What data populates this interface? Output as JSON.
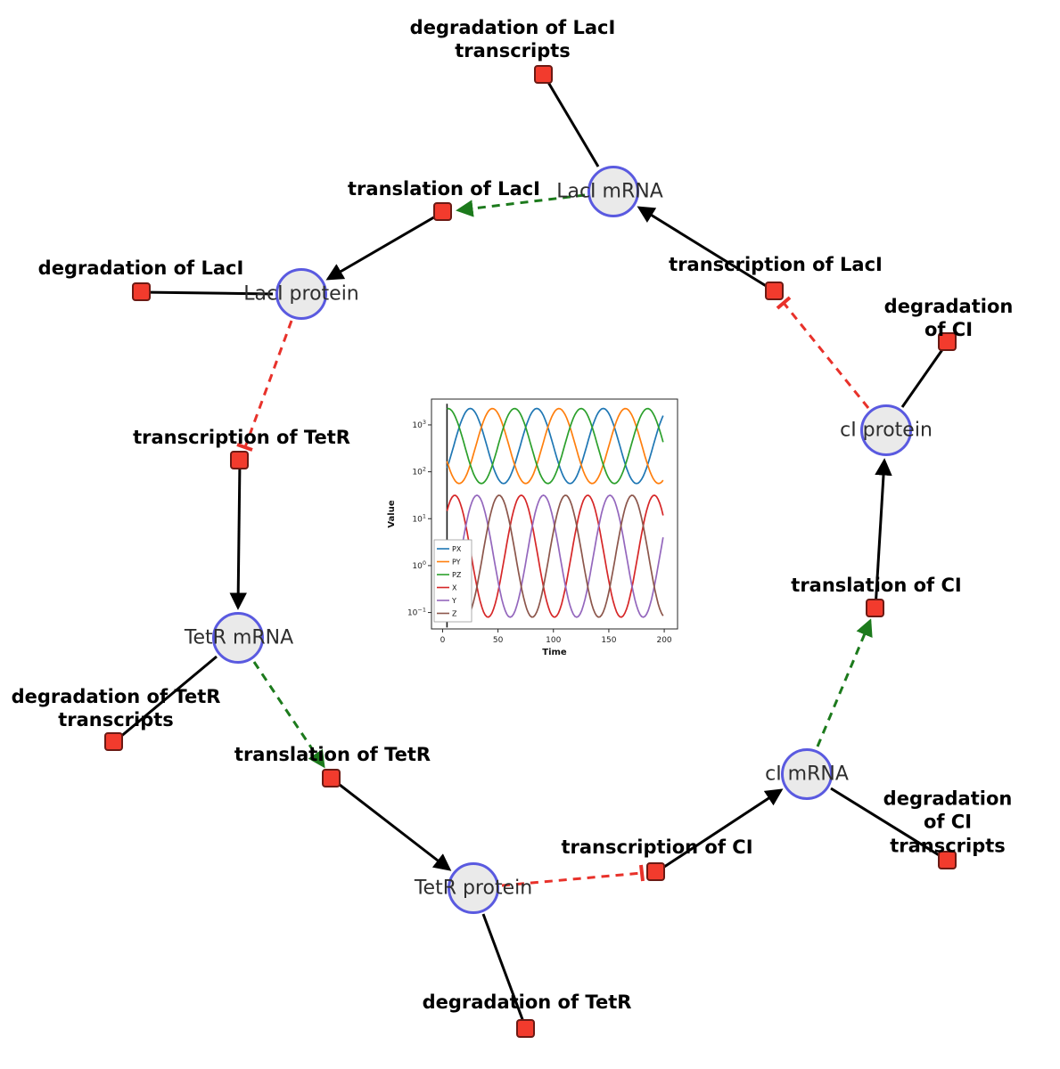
{
  "diagram": {
    "nodes": [
      {
        "id": "laci-mrna",
        "label": "LacI mRNA"
      },
      {
        "id": "laci-protein",
        "label": "LacI protein"
      },
      {
        "id": "tetr-mrna",
        "label": "TetR mRNA"
      },
      {
        "id": "tetr-protein",
        "label": "TetR protein"
      },
      {
        "id": "ci-mrna",
        "label": "cI mRNA"
      },
      {
        "id": "ci-protein",
        "label": "cI protein"
      }
    ],
    "reactions": [
      {
        "id": "degradation-laci-transcripts",
        "label": "degradation of LacI\ntranscripts"
      },
      {
        "id": "translation-laci",
        "label": "translation of LacI"
      },
      {
        "id": "transcription-laci",
        "label": "transcription of LacI"
      },
      {
        "id": "degradation-laci",
        "label": "degradation of LacI"
      },
      {
        "id": "degradation-ci",
        "label": "degradation of CI"
      },
      {
        "id": "transcription-tetr",
        "label": "transcription of TetR"
      },
      {
        "id": "translation-ci",
        "label": "translation of CI"
      },
      {
        "id": "degradation-tetr-transcripts",
        "label": "degradation of TetR\ntranscripts"
      },
      {
        "id": "translation-tetr",
        "label": "translation of TetR"
      },
      {
        "id": "transcription-ci",
        "label": "transcription of CI"
      },
      {
        "id": "degradation-ci-transcripts",
        "label": "degradation of CI\ntranscripts"
      },
      {
        "id": "degradation-tetr",
        "label": "degradation of TetR"
      }
    ],
    "colors": {
      "node_fill": "#eaeaea",
      "node_border": "#5a5ae0",
      "reaction_fill": "#f23b2d",
      "reaction_border": "#6b1a14",
      "edge": "#000000",
      "modifier_edge": "#1c7a1c",
      "inhibition_edge": "#e8312a"
    }
  },
  "chart_data": {
    "type": "line",
    "title": "",
    "xlabel": "Time",
    "ylabel": "Value",
    "x_range": [
      0,
      200
    ],
    "x_ticks": [
      0,
      50,
      100,
      150,
      200
    ],
    "y_scale": "log",
    "y_ticks_exp": [
      -1,
      0,
      1,
      2,
      3
    ],
    "y_lim_exp": [
      -1.35,
      3.55
    ],
    "grid": false,
    "legend_position": "center-left",
    "transient_x": 4,
    "series": [
      {
        "name": "PX",
        "color": "#1f77b4",
        "log_mean": 2.55,
        "log_amp": 0.8,
        "period": 60,
        "phase": 10
      },
      {
        "name": "PY",
        "color": "#ff7f0e",
        "log_mean": 2.55,
        "log_amp": 0.8,
        "period": 60,
        "phase": 30
      },
      {
        "name": "PZ",
        "color": "#2ca02c",
        "log_mean": 2.55,
        "log_amp": 0.8,
        "period": 60,
        "phase": 50
      },
      {
        "name": "X",
        "color": "#d62728",
        "log_mean": 0.2,
        "log_amp": 1.3,
        "period": 60,
        "phase": -4
      },
      {
        "name": "Y",
        "color": "#9467bd",
        "log_mean": 0.2,
        "log_amp": 1.3,
        "period": 60,
        "phase": 16
      },
      {
        "name": "Z",
        "color": "#8c564b",
        "log_mean": 0.2,
        "log_amp": 1.3,
        "period": 60,
        "phase": 36
      }
    ]
  }
}
